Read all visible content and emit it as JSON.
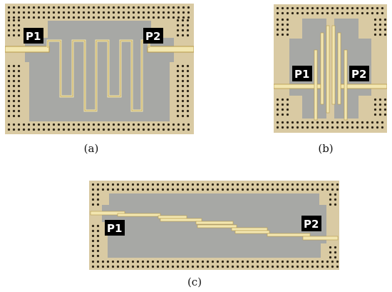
{
  "figure": {
    "panels": [
      {
        "id": "a",
        "caption": "(a)",
        "ports": [
          "P1",
          "P2"
        ]
      },
      {
        "id": "b",
        "caption": "(b)",
        "ports": [
          "P1",
          "P2"
        ]
      },
      {
        "id": "c",
        "caption": "(c)",
        "ports": [
          "P1",
          "P2"
        ]
      }
    ]
  },
  "colors": {
    "frame": "#d9caa3",
    "substrate": "#a7a8a5",
    "metal": "#f2e6b0",
    "metal_edge": "#b89a4a",
    "via": "#2c2416",
    "label_bg": "#000000",
    "label_text": "#ffffff"
  }
}
